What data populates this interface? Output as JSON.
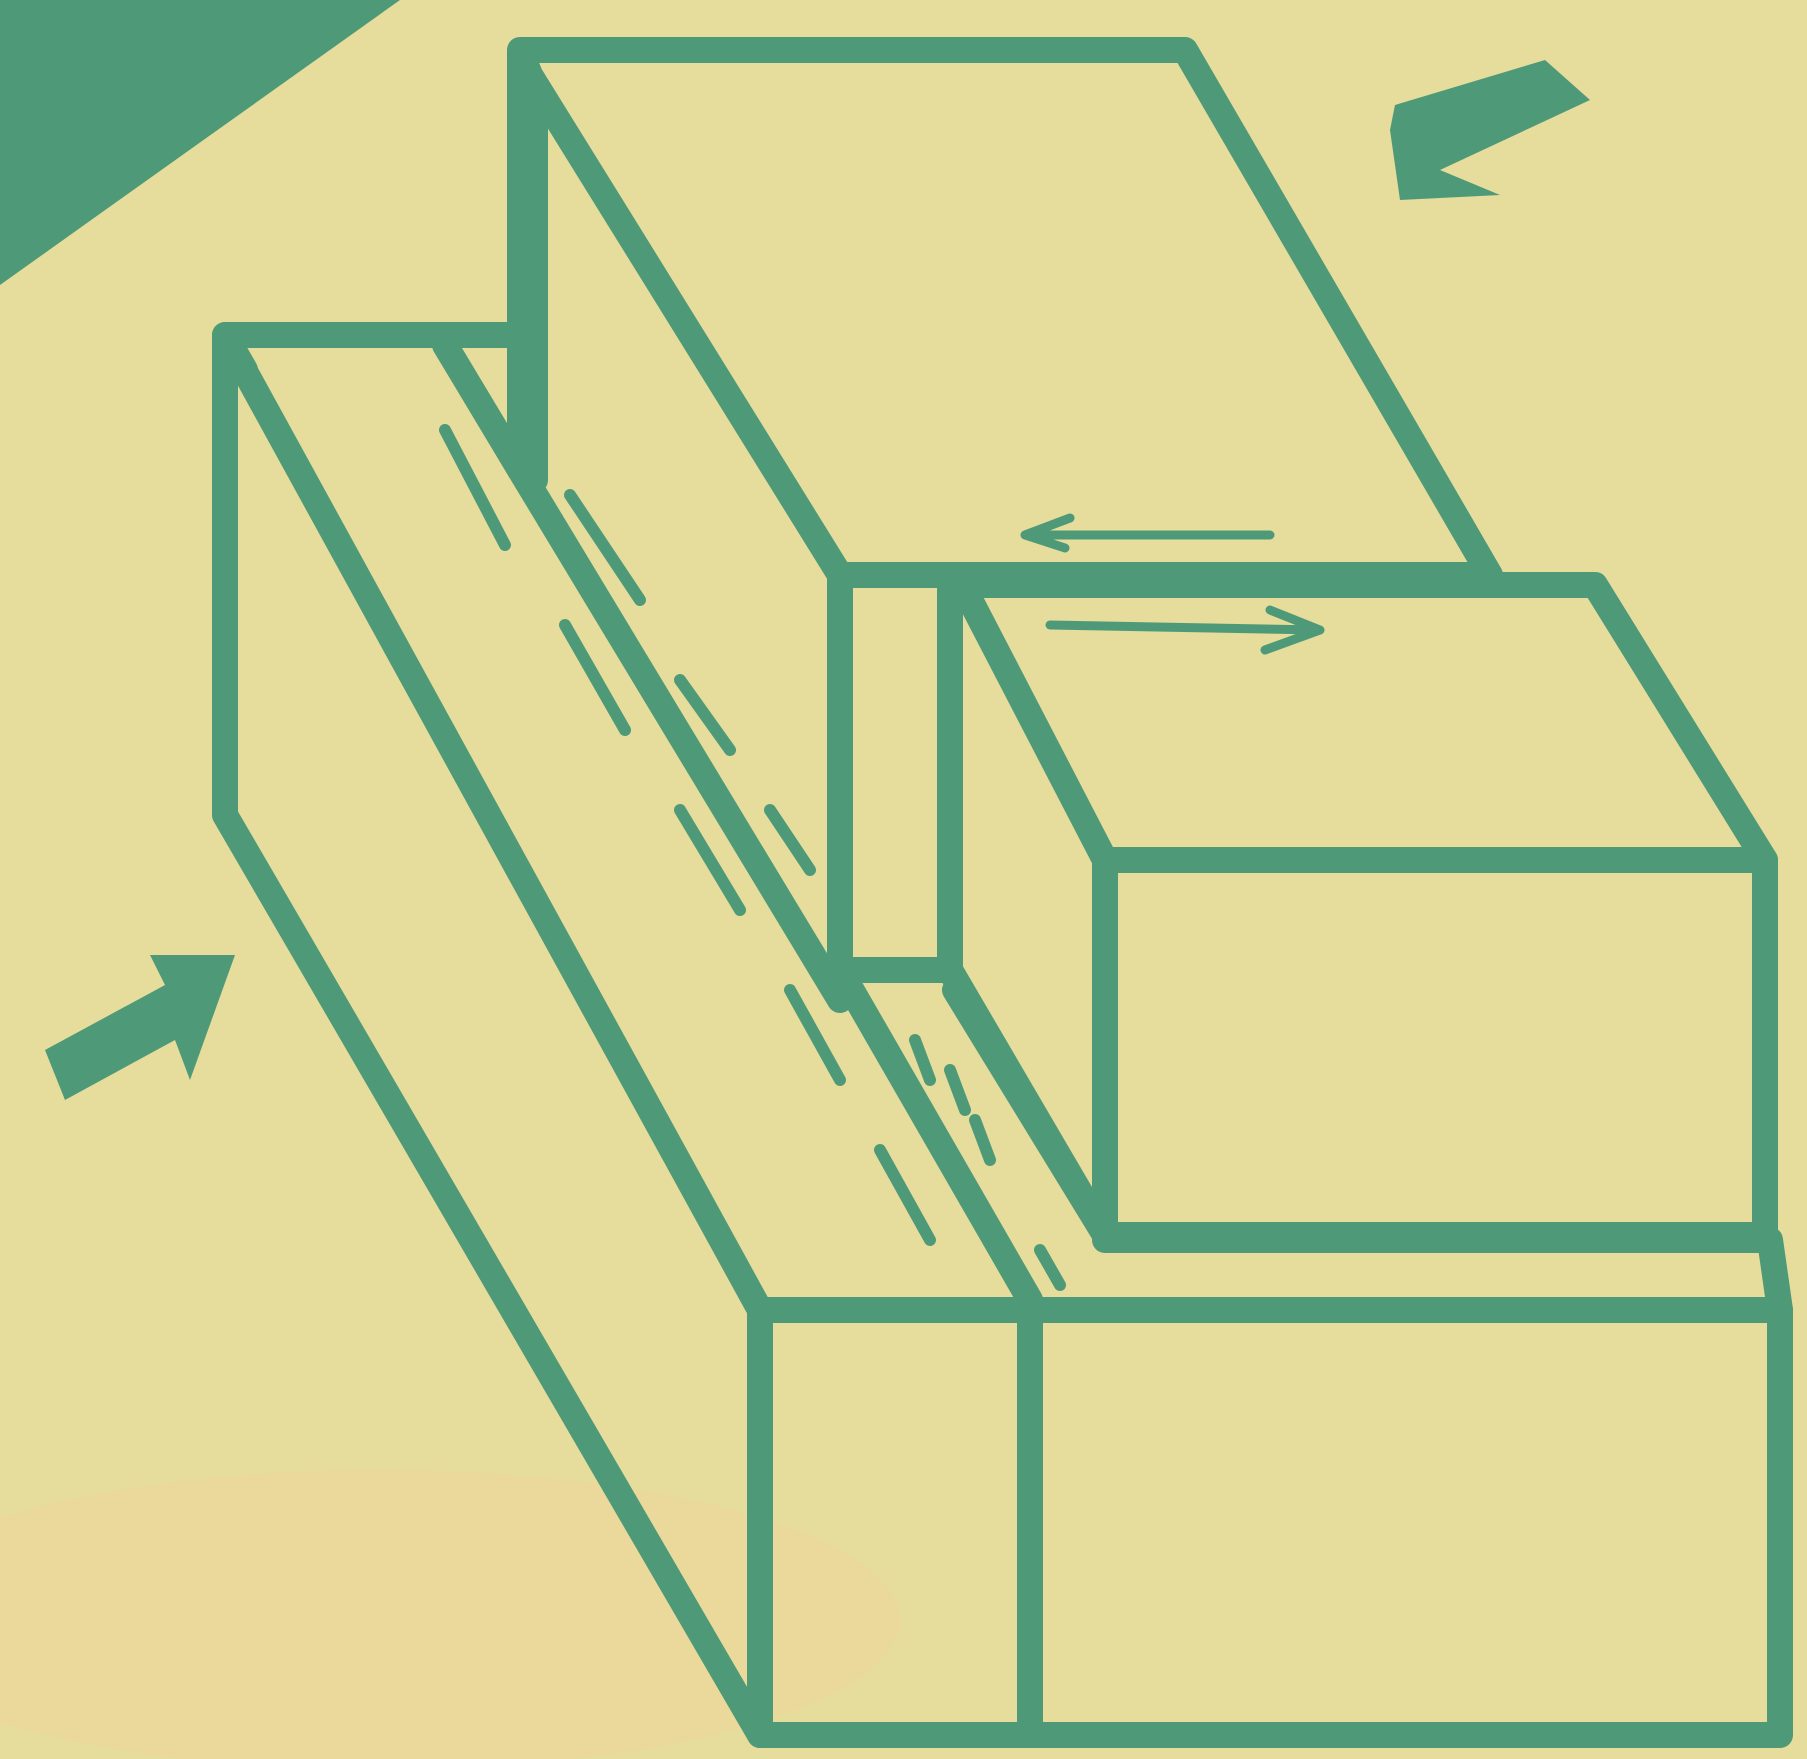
{
  "colors": {
    "background": "#e6dc9c",
    "ink": "#4e9a78",
    "corner_band": "#4e9a78",
    "stain": "#ecd79a"
  },
  "figure": {
    "kind": "isometric line drawing of interlocking blocks",
    "arrows": [
      "push-arrow",
      "push-arrow"
    ],
    "motion_indicators": [
      "arrow-left",
      "arrow-right"
    ]
  }
}
